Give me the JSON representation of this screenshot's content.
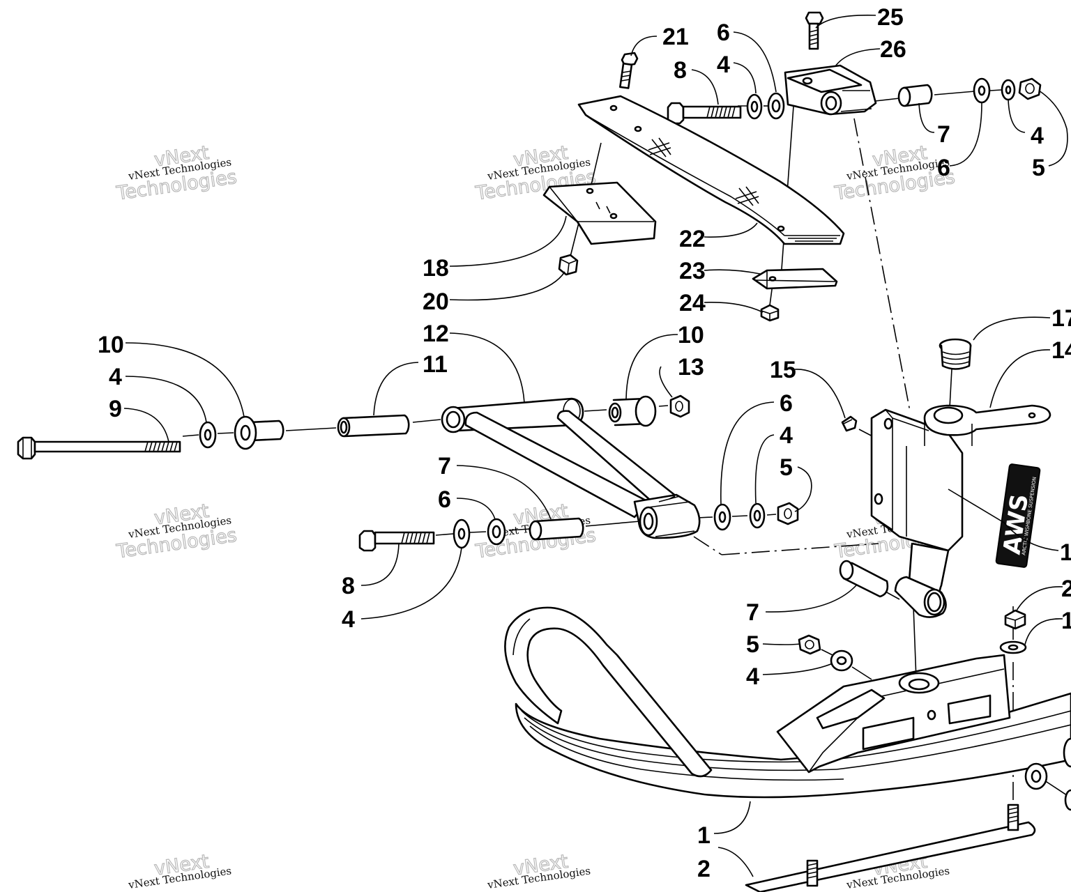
{
  "watermark": {
    "line1": "vNext Technologies",
    "line2": "vNext",
    "line3": "Technologies"
  },
  "badge": {
    "logo": "AWS",
    "tagline": "ARCTIC WISHBONE SUSPENSION"
  },
  "callouts": [
    {
      "id": "c25",
      "label": "25"
    },
    {
      "id": "c21",
      "label": "21"
    },
    {
      "id": "c6a",
      "label": "6"
    },
    {
      "id": "c26",
      "label": "26"
    },
    {
      "id": "c8a",
      "label": "8"
    },
    {
      "id": "c4a",
      "label": "4"
    },
    {
      "id": "c7a",
      "label": "7"
    },
    {
      "id": "c4b",
      "label": "4"
    },
    {
      "id": "c6b",
      "label": "6"
    },
    {
      "id": "c5a",
      "label": "5"
    },
    {
      "id": "c22",
      "label": "22"
    },
    {
      "id": "c18",
      "label": "18"
    },
    {
      "id": "c23",
      "label": "23"
    },
    {
      "id": "c20",
      "label": "20"
    },
    {
      "id": "c24",
      "label": "24"
    },
    {
      "id": "c17",
      "label": "17"
    },
    {
      "id": "c14",
      "label": "14"
    },
    {
      "id": "c10a",
      "label": "10"
    },
    {
      "id": "c12",
      "label": "12"
    },
    {
      "id": "c10b",
      "label": "10"
    },
    {
      "id": "c4c",
      "label": "4"
    },
    {
      "id": "c11",
      "label": "11"
    },
    {
      "id": "c13",
      "label": "13"
    },
    {
      "id": "c15",
      "label": "15"
    },
    {
      "id": "c9",
      "label": "9"
    },
    {
      "id": "c6c",
      "label": "6"
    },
    {
      "id": "c4d",
      "label": "4"
    },
    {
      "id": "c7b",
      "label": "7"
    },
    {
      "id": "c5b",
      "label": "5"
    },
    {
      "id": "c6d",
      "label": "6"
    },
    {
      "id": "c16",
      "label": "1"
    },
    {
      "id": "c8b",
      "label": "8"
    },
    {
      "id": "c4e",
      "label": "4"
    },
    {
      "id": "c7c",
      "label": "7"
    },
    {
      "id": "c2a",
      "label": "2"
    },
    {
      "id": "c5c",
      "label": "5"
    },
    {
      "id": "c19",
      "label": "1"
    },
    {
      "id": "c4f",
      "label": "4"
    },
    {
      "id": "c1",
      "label": "1"
    },
    {
      "id": "c2b",
      "label": "2"
    }
  ]
}
